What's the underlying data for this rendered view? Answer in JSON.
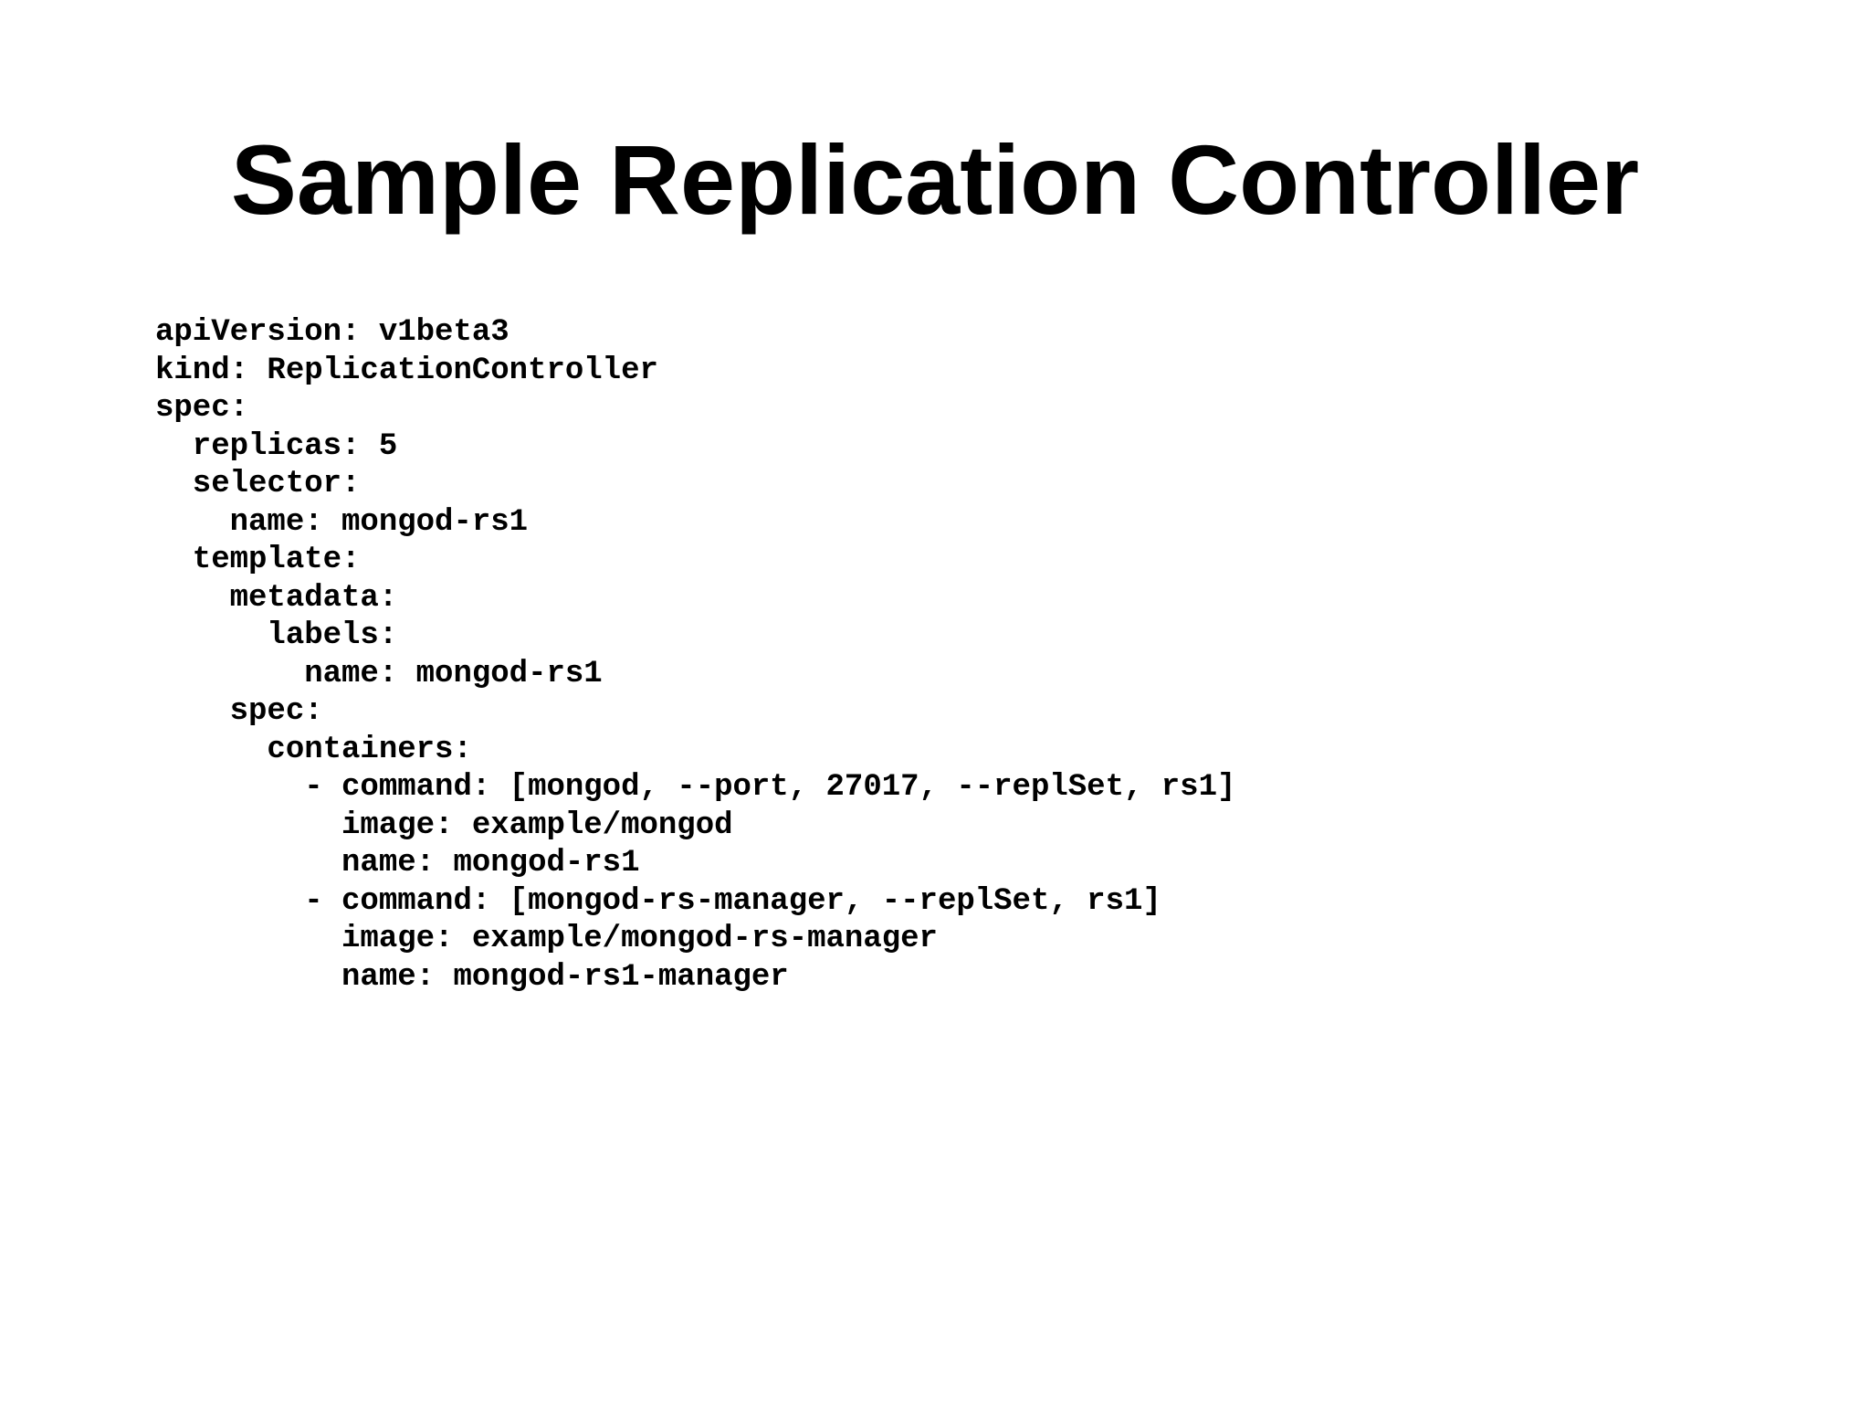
{
  "slide": {
    "title": "Sample Replication Controller",
    "code_lines": [
      "apiVersion: v1beta3",
      "kind: ReplicationController",
      "spec:",
      "  replicas: 5",
      "  selector:",
      "    name: mongod-rs1",
      "  template:",
      "    metadata:",
      "      labels:",
      "        name: mongod-rs1",
      "    spec:",
      "      containers:",
      "        - command: [mongod, --port, 27017, --replSet, rs1]",
      "          image: example/mongod",
      "          name: mongod-rs1",
      "        - command: [mongod-rs-manager, --replSet, rs1]",
      "          image: example/mongod-rs-manager",
      "          name: mongod-rs1-manager"
    ]
  }
}
